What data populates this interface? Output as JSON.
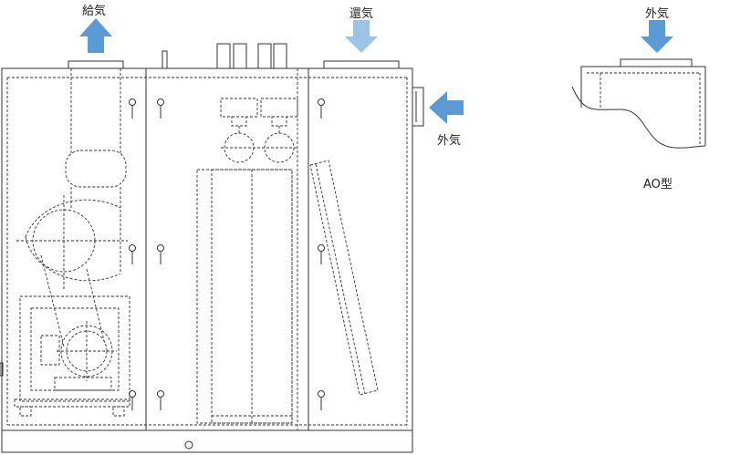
{
  "labels": {
    "supply": "給気",
    "return": "還気",
    "outside_top": "外気",
    "outside_side": "外気",
    "type_name": "AO型"
  },
  "colors": {
    "arrow_supply": "#5b9bd5",
    "arrow_return": "#9dc3e6",
    "arrow_outside": "#5b9bd5",
    "line": "#333333"
  },
  "icons": {
    "supply_arrow": "arrow-up-icon",
    "return_arrow": "arrow-down-icon",
    "outside_top_arrow": "arrow-down-icon",
    "outside_side_arrow": "arrow-left-icon"
  }
}
